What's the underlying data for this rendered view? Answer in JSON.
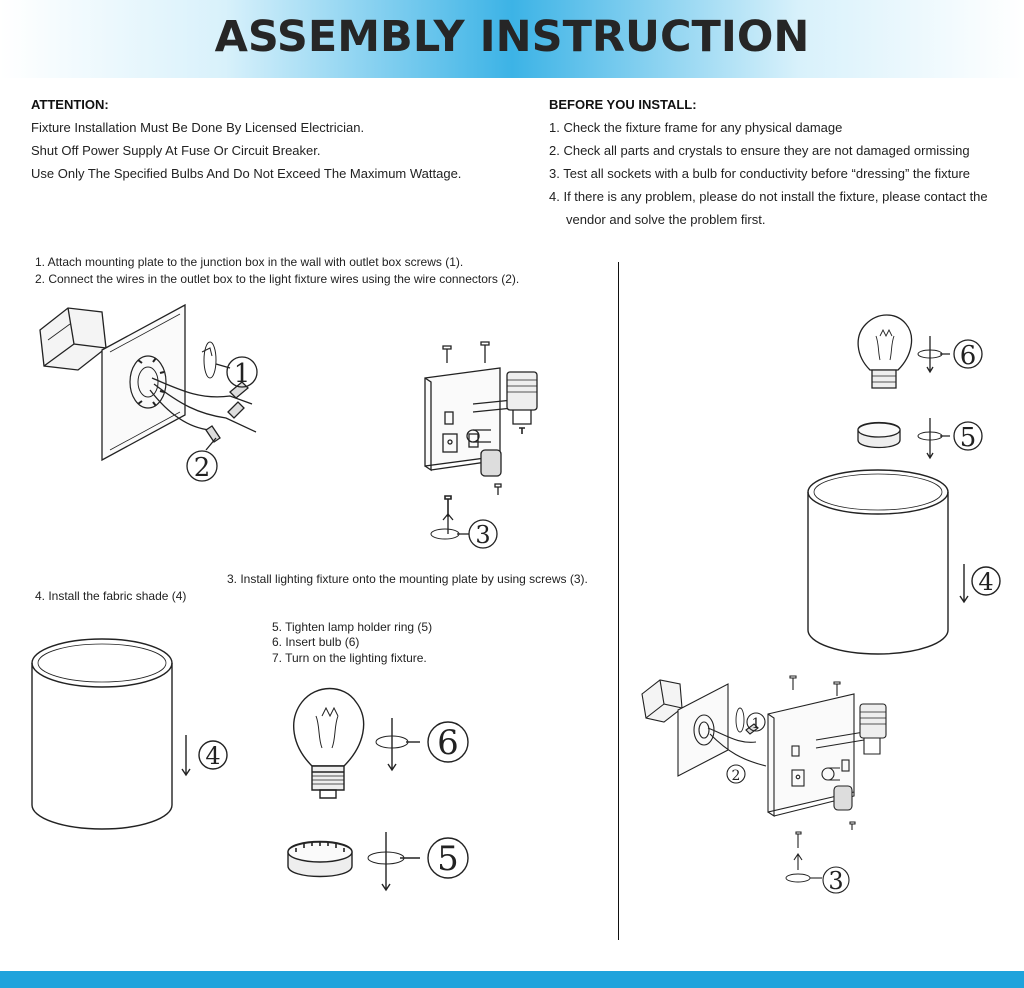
{
  "header": {
    "title": "ASSEMBLY INSTRUCTION"
  },
  "attention": {
    "heading": "ATTENTION:",
    "lines": [
      "Fixture Installation Must Be Done By Licensed Electrician.",
      "Shut Off Power Supply At Fuse Or Circuit Breaker.",
      "Use Only The Specified Bulbs And Do Not Exceed The Maximum Wattage."
    ]
  },
  "before": {
    "heading": "BEFORE YOU INSTALL:",
    "lines": [
      "1. Check the fixture frame for any physical damage",
      "2. Check all parts and crystals to ensure they are not damaged ormissing",
      "3. Test all sockets with a bulb for conductivity before “dressing” the fixture",
      "4. If there is any problem, please do not install the fixture, please contact the",
      "vendor and solve the problem first."
    ]
  },
  "steps": {
    "s1": "1. Attach mounting plate to the junction box in the wall with outlet box screws (1).",
    "s2": "2. Connect the wires in the outlet box to the light fixture wires using the wire connectors (2).",
    "s3": "3. Install lighting fixture onto the mounting plate by using screws (3).",
    "s4": "4. Install the fabric shade (4)",
    "s5": "5. Tighten lamp holder ring (5)",
    "s6": "6. Insert bulb (6)",
    "s7": "7. Turn on the lighting fixture."
  },
  "callouts": {
    "n1": "1",
    "n2": "2",
    "n3": "3",
    "n4": "4",
    "n5": "5",
    "n6": "6"
  },
  "colors": {
    "header_blue": "#3cb3e6",
    "footer_blue": "#1fa3dc",
    "text": "#222222"
  }
}
